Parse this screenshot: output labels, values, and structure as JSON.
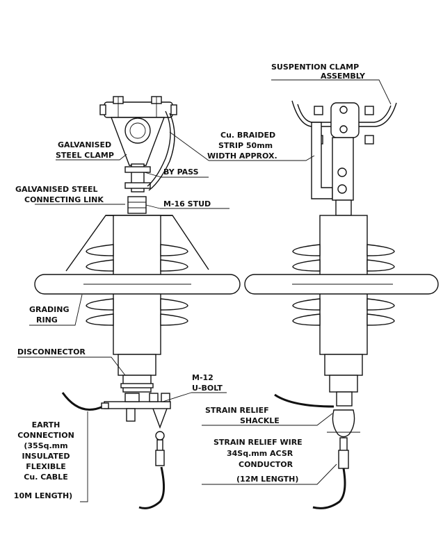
{
  "colors": {
    "ink": "#111111",
    "paper": "#ffffff"
  },
  "labels": {
    "suspension_clamp_1": "SUSPENTION CLAMP",
    "suspension_clamp_2": "ASSEMBLY",
    "galv_clamp_1": "GALVANISED",
    "galv_clamp_2": "STEEL CLAMP",
    "braided_1": "Cu. BRAIDED",
    "braided_2": "STRIP 50mm",
    "braided_3": "WIDTH APPROX.",
    "bypass": "BY PASS",
    "link_1": "GALVANISED STEEL",
    "link_2": "CONNECTING LINK",
    "stud": "M-16 STUD",
    "grading_1": "GRADING",
    "grading_2": "RING",
    "disconnector": "DISCONNECTOR",
    "ubolt_1": "M-12",
    "ubolt_2": "U-BOLT",
    "earth_1": "EARTH",
    "earth_2": "CONNECTION",
    "earth_3": "(35Sq.mm",
    "earth_4": "INSULATED",
    "earth_5": "FLEXIBLE",
    "earth_6": "Cu. CABLE",
    "earth_7": "10M LENGTH)",
    "shackle_1": "STRAIN RELIEF",
    "shackle_2": "SHACKLE",
    "wire_1": "STRAIN RELIEF WIRE",
    "wire_2": "34Sq.mm ACSR",
    "wire_3": "CONDUCTOR",
    "wire_4": "(12M LENGTH)"
  }
}
